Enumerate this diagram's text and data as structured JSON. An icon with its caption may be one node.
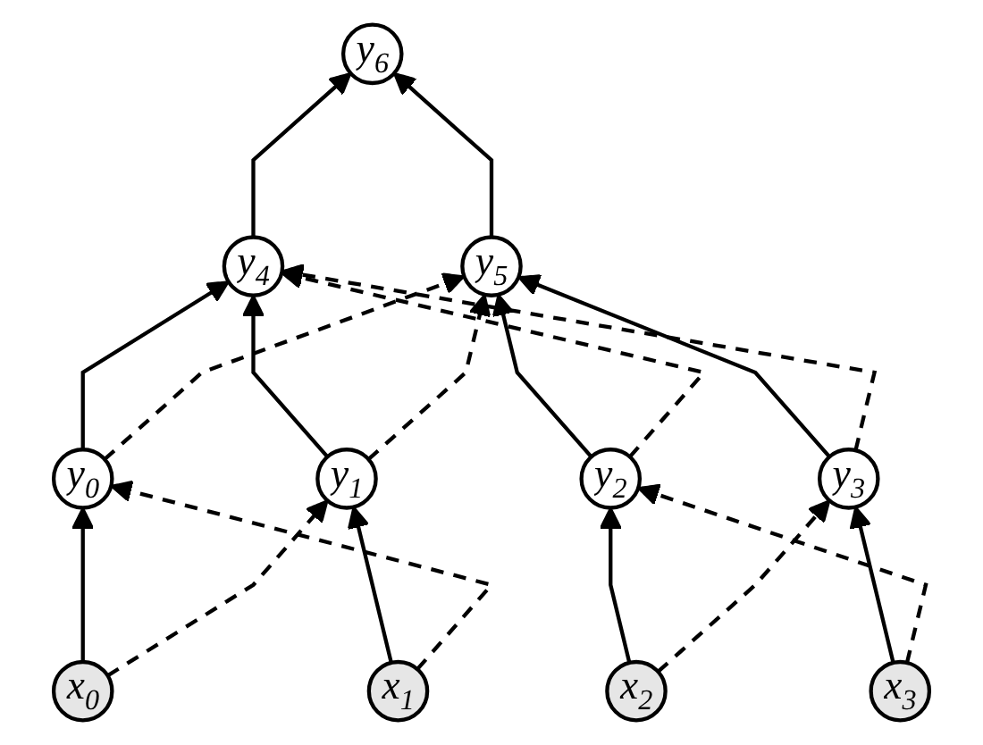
{
  "diagram": {
    "nodes": [
      {
        "text": [
          "y$_{6}$"
        ]
      },
      {
        "text": [
          "y$_{4}$"
        ]
      },
      {
        "text": [
          "y$_{5}$"
        ]
      },
      {
        "text": [
          "y$_{0}$"
        ]
      },
      {
        "text": [
          "y$_{1}$"
        ]
      },
      {
        "text": [
          "y$_{2}$"
        ]
      },
      {
        "text": [
          "y$_{3}$"
        ]
      },
      {
        "text": [
          "x$_{0}$"
        ]
      },
      {
        "text": [
          "x$_{1}$"
        ]
      },
      {
        "text": [
          "x$_{2}$"
        ]
      },
      {
        "text": [
          "x$_{3}$"
        ]
      }
    ],
    "edges": [
      {
        "from": 7,
        "to": 3,
        "arrow": "to"
      },
      {
        "from": 8,
        "to": 4,
        "arrow": "to"
      },
      {
        "from": 9,
        "to": 5,
        "arrow": "to"
      },
      {
        "from": 10,
        "to": 6,
        "arrow": "to"
      },
      {
        "from": 7,
        "to": 4,
        "arrow": "to",
        "style": "dashed"
      },
      {
        "from": 8,
        "to": 3,
        "arrow": "to",
        "style": "dashed"
      },
      {
        "from": 9,
        "to": 6,
        "arrow": "to",
        "style": "dashed"
      },
      {
        "from": 10,
        "to": 5,
        "arrow": "to",
        "style": "dashed"
      },
      {
        "from": 3,
        "to": 1,
        "arrow": "to"
      },
      {
        "from": 4,
        "to": 1,
        "arrow": "to"
      },
      {
        "from": 5,
        "to": 2,
        "arrow": "to"
      },
      {
        "from": 6,
        "to": 2,
        "arrow": "to"
      },
      {
        "from": 3,
        "to": 2,
        "arrow": "to",
        "style": "dashed"
      },
      {
        "from": 4,
        "to": 2,
        "arrow": "to",
        "style": "dashed"
      },
      {
        "from": 5,
        "to": 1,
        "arrow": "to",
        "style": "dashed"
      },
      {
        "from": 6,
        "to": 1,
        "arrow": "to",
        "style": "dashed"
      },
      {
        "from": 1,
        "to": 0,
        "arrow": "to"
      },
      {
        "from": 2,
        "to": 0,
        "arrow": "to"
      }
    ]
  }
}
